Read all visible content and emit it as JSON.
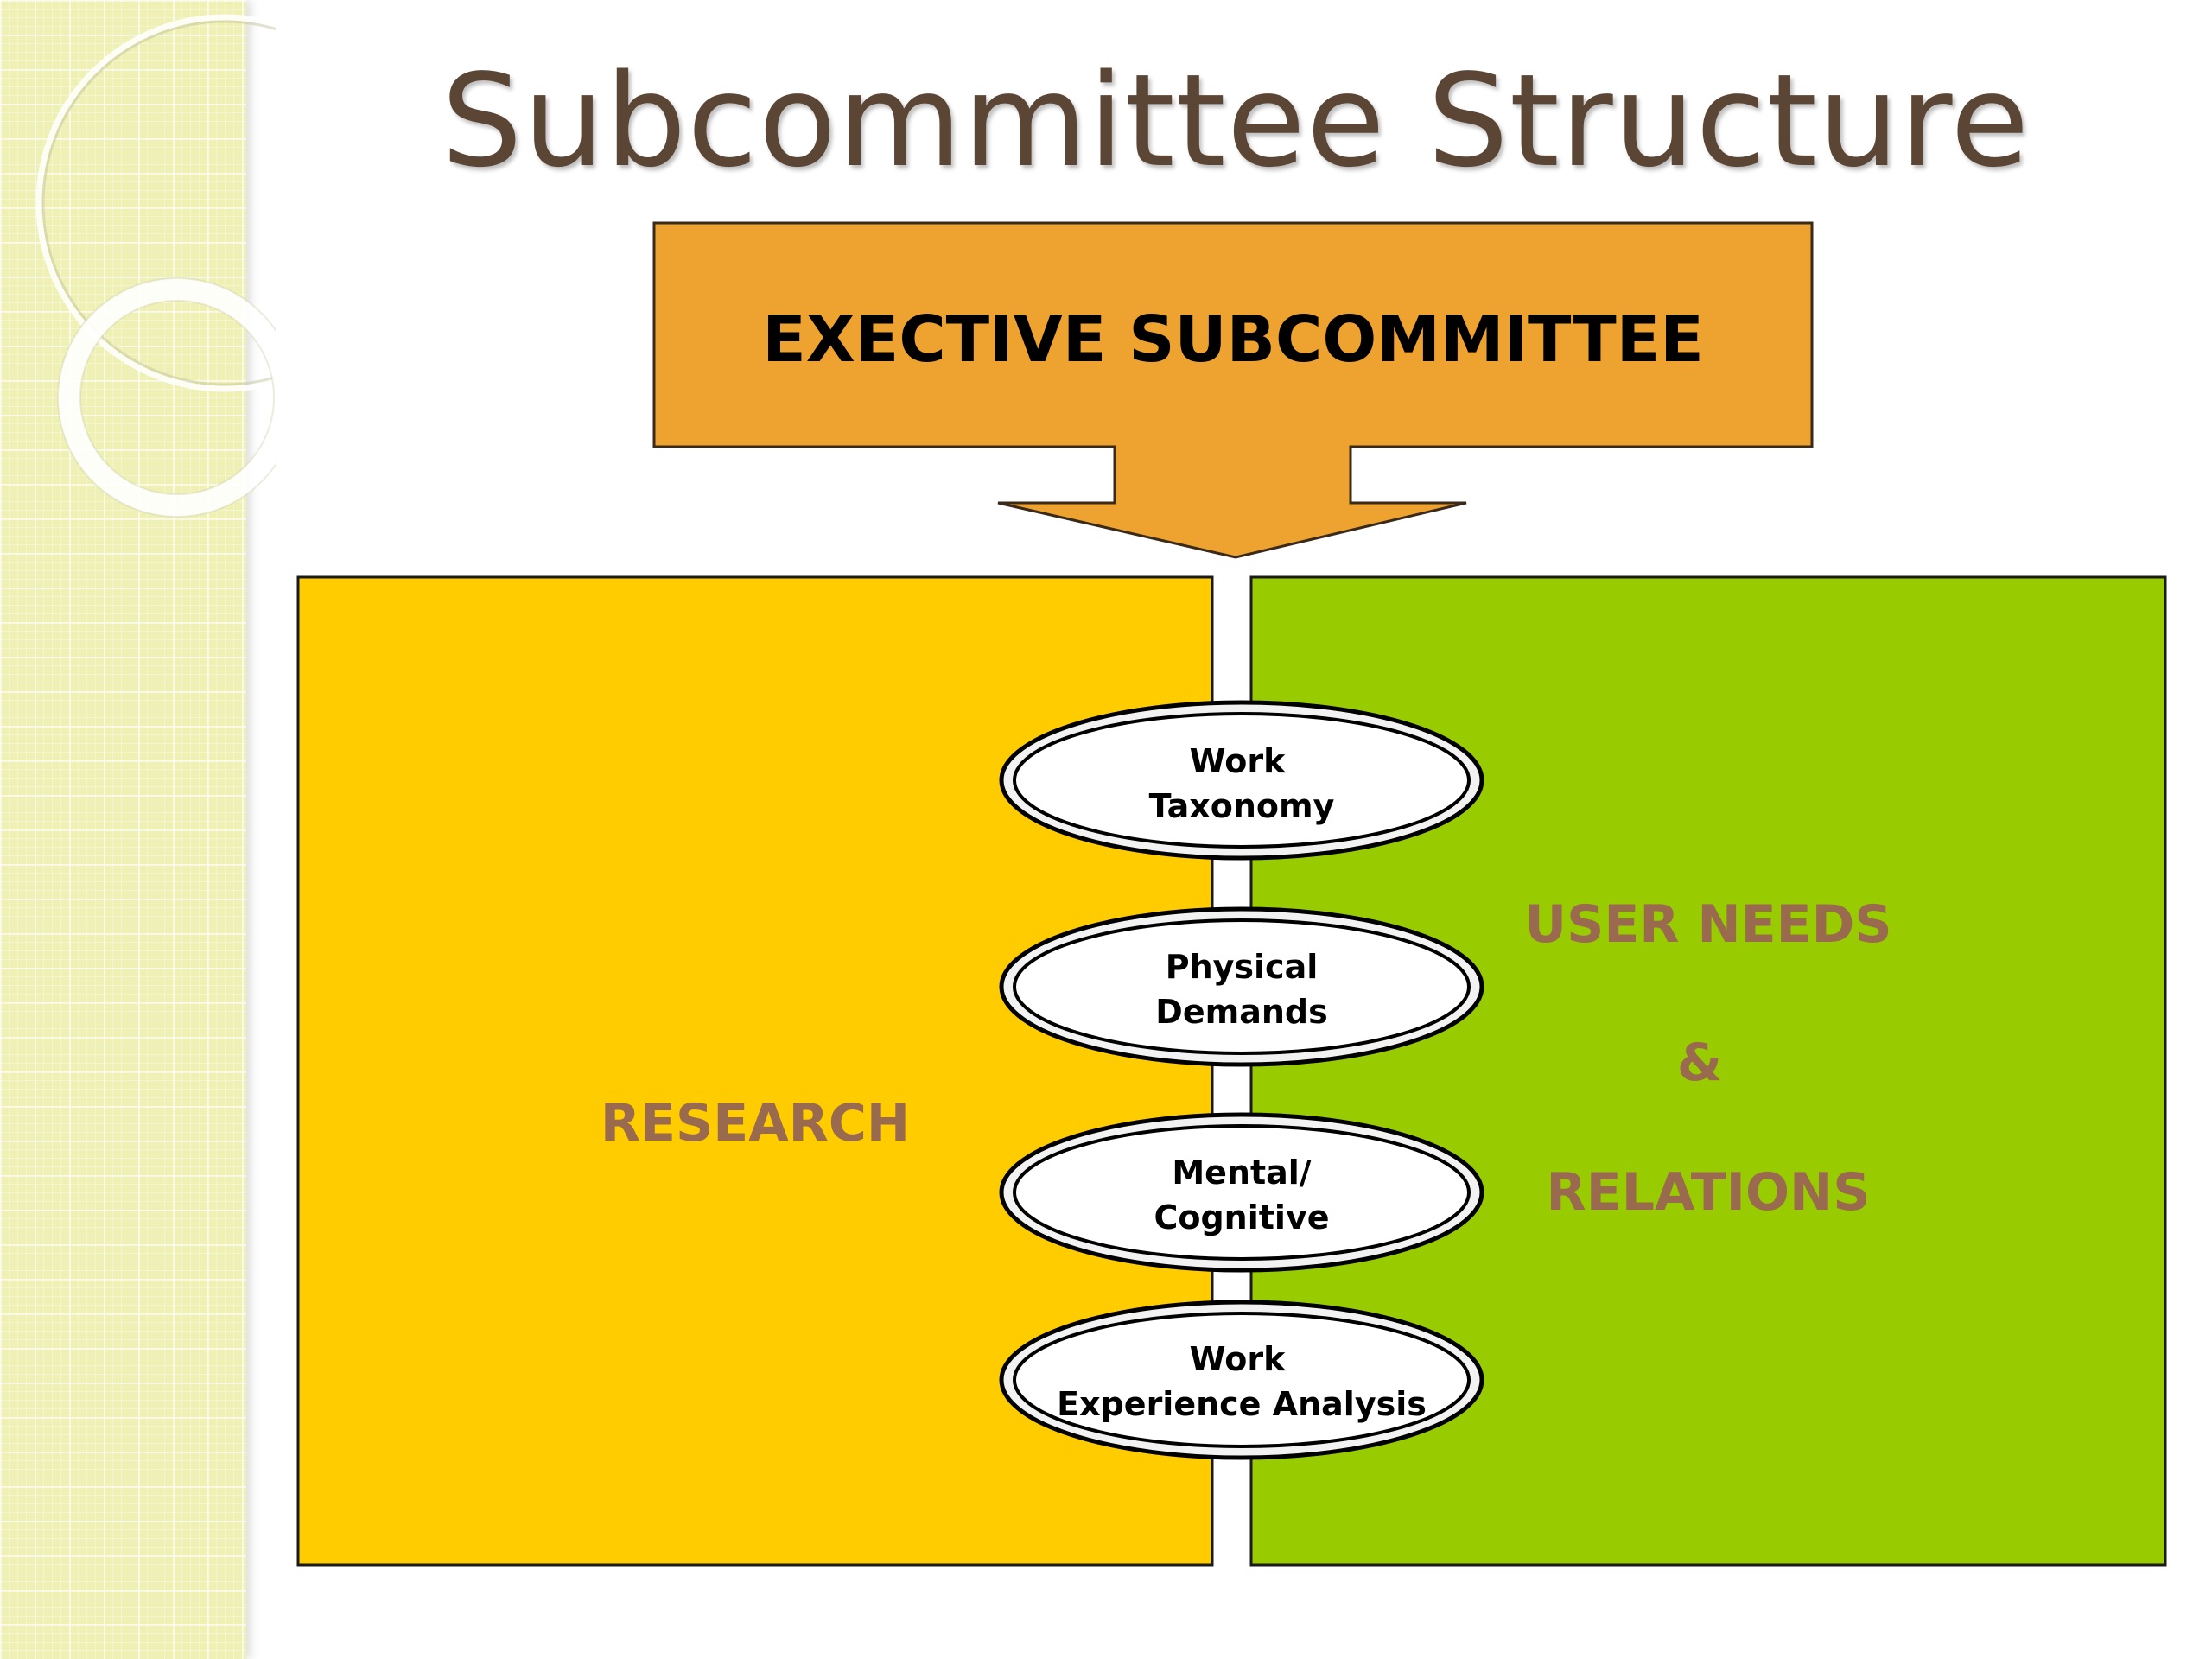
{
  "title": "Subcommittee Structure",
  "executive_box": {
    "label": "EXECTIVE SUBCOMMITTEE",
    "color": "#eea22f"
  },
  "left_panel": {
    "label": "RESEARCH",
    "color": "#ffcc00"
  },
  "right_panel": {
    "line1": "USER NEEDS",
    "line2": "&",
    "line3": "RELATIONS",
    "color": "#99cc00"
  },
  "text_color": "#9a6a4e",
  "subcommittees": [
    {
      "line1": "Work",
      "line2": "Taxonomy"
    },
    {
      "line1": "Physical",
      "line2": "Demands"
    },
    {
      "line1": "Mental/",
      "line2": "Cognitive"
    },
    {
      "line1": "Work",
      "line2": "Experience Analysis"
    }
  ]
}
